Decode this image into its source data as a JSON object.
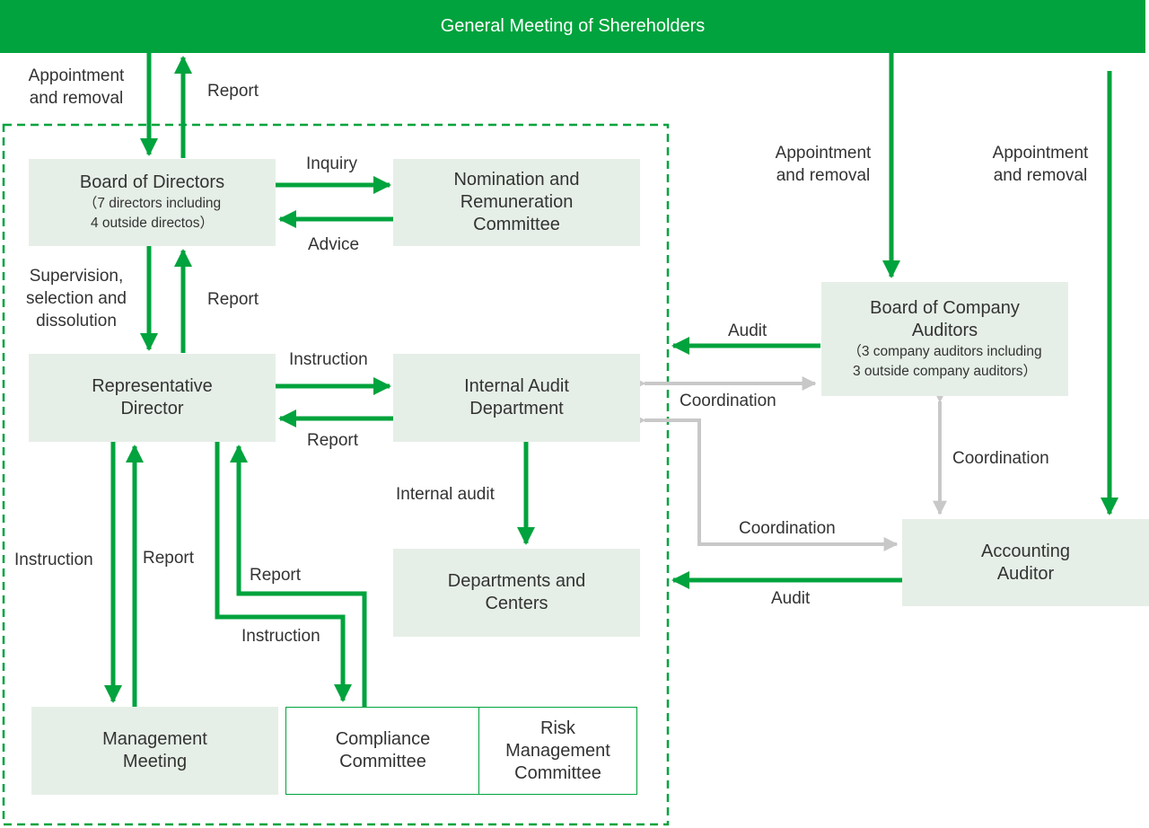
{
  "header": {
    "title": "General Meeting of Shereholders"
  },
  "nodes": {
    "board_of_directors": {
      "title": "Board of Directors",
      "note_line1": "（7 directors including",
      "note_line2": "4 outside directos）"
    },
    "nomination": {
      "line1": "Nomination and",
      "line2": "Remuneration",
      "line3": "Committee"
    },
    "representative_director": {
      "line1": "Representative",
      "line2": "Director"
    },
    "internal_audit": {
      "line1": "Internal Audit",
      "line2": "Department"
    },
    "departments": {
      "line1": "Departments and",
      "line2": "Centers"
    },
    "management_meeting": {
      "line1": "Management",
      "line2": "Meeting"
    },
    "compliance": {
      "line1": "Compliance",
      "line2": "Committee"
    },
    "risk": {
      "line1": "Risk",
      "line2": "Management",
      "line3": "Committee"
    },
    "board_of_auditors": {
      "line1": "Board of Company",
      "line2": "Auditors",
      "note_line1": "（3 company auditors including",
      "note_line2": "3 outside company  auditors）"
    },
    "accounting_auditor": {
      "line1": "Accounting",
      "line2": "Auditor"
    }
  },
  "labels": {
    "appointment_line1": "Appointment",
    "appointment_line2": "and removal",
    "report": "Report",
    "inquiry": "Inquiry",
    "advice": "Advice",
    "supervision_line1": "Supervision,",
    "supervision_line2": "selection and",
    "supervision_line3": "dissolution",
    "instruction": "Instruction",
    "internal_audit": "Internal audit",
    "audit": "Audit",
    "coordination": "Coordination"
  },
  "colors": {
    "arrow": "#00a33d",
    "coordination": "#c8c8c8",
    "box_fill": "#e6efe7",
    "banner": "#00a33d"
  }
}
